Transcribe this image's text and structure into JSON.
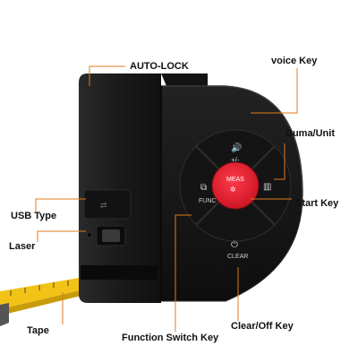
{
  "labels": {
    "auto_lock": "AUTO-LOCK",
    "voice_key": "voice Key",
    "duma_unit": "Duma/Unit",
    "start_key": "Start Key",
    "usb_type": "USB Type",
    "laser": "Laser",
    "tape": "Tape",
    "function_switch_key": "Function Switch Key",
    "clear_off_key": "Clear/Off Key"
  },
  "device": {
    "meas_label": "MEAS",
    "func_label": "FUNC",
    "clear_label": "CLEAR",
    "volume_label": "+/-"
  },
  "colors": {
    "leader_line": "#e07a1f",
    "button_red": "#e8182d",
    "body": "#1b1b1b",
    "tape_yellow": "#f2c316"
  }
}
